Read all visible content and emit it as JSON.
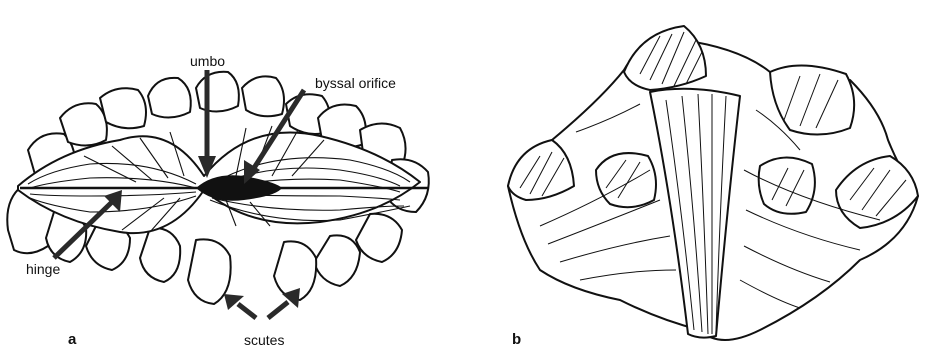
{
  "labels": {
    "umbo": "umbo",
    "byssal_orifice": "byssal orifice",
    "hinge": "hinge",
    "scutes": "scutes"
  },
  "panels": {
    "a": "a",
    "b": "b"
  }
}
